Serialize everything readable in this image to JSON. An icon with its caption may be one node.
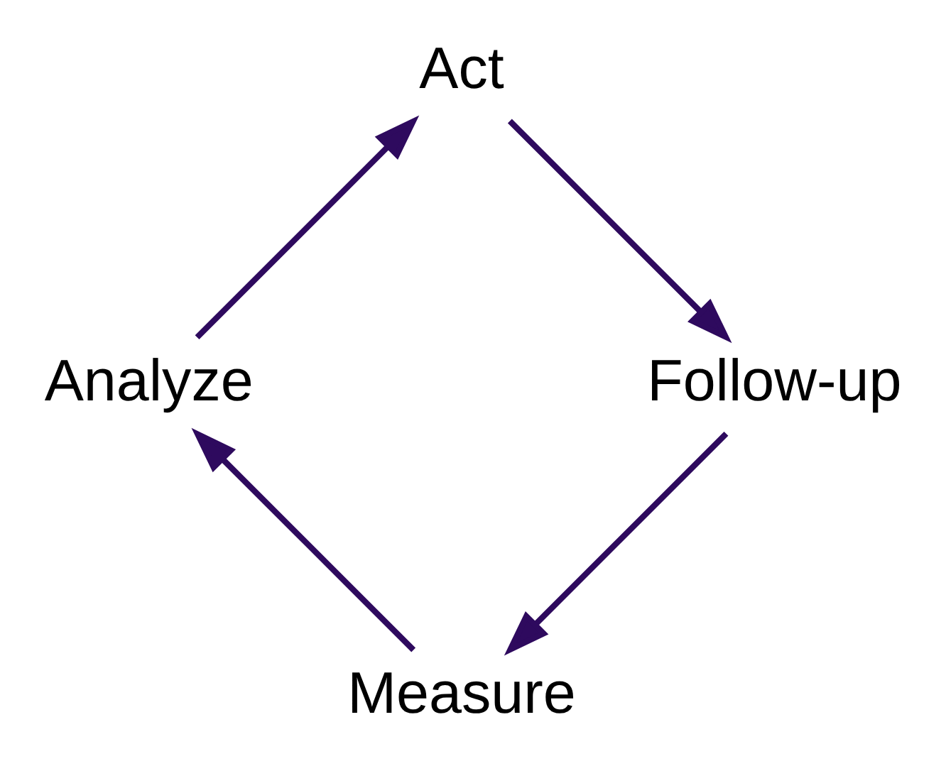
{
  "diagram": {
    "nodes": [
      {
        "text": [
          "Measure"
        ]
      },
      {
        "text": [
          "Analyze"
        ]
      },
      {
        "text": [
          "Act"
        ]
      },
      {
        "text": [
          "Follow-up"
        ]
      }
    ],
    "edges": [
      {
        "from": 0,
        "to": 1,
        "arrow": "to"
      },
      {
        "from": 1,
        "to": 2,
        "arrow": "to"
      },
      {
        "from": 2,
        "to": 3,
        "arrow": "to"
      },
      {
        "from": 3,
        "to": 0,
        "arrow": "to"
      }
    ]
  }
}
